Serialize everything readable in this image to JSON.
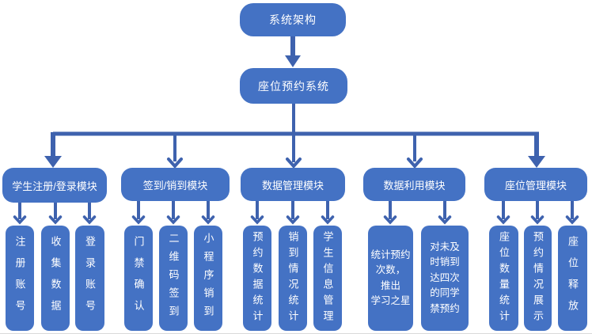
{
  "diagram": {
    "title": "系统架构",
    "colors": {
      "node_fill": "#4472c4",
      "connector": "#3e62ae",
      "text": "#ffffff"
    },
    "root": {
      "label": "系统架构"
    },
    "system": {
      "label": "座位预约系统"
    },
    "modules": [
      {
        "label": "学生注册/登录模块",
        "children": [
          "注册账号",
          "收集数据",
          "登录账号"
        ]
      },
      {
        "label": "签到/销到模块",
        "children": [
          "门禁确认",
          "二维码签到",
          "小程序销到"
        ]
      },
      {
        "label": "数据管理模块",
        "children": [
          "预约数据统计",
          "销到情况统计",
          "学生信息管理"
        ]
      },
      {
        "label": "数据利用模块",
        "children": [
          "统计预约\n次数，\n推出\n学习之星",
          "对未及\n时销到\n达四次\n的同学\n禁预约"
        ]
      },
      {
        "label": "座位管理模块",
        "children": [
          "座位数量统计",
          "预约情况展示",
          "座位释放"
        ]
      }
    ]
  }
}
